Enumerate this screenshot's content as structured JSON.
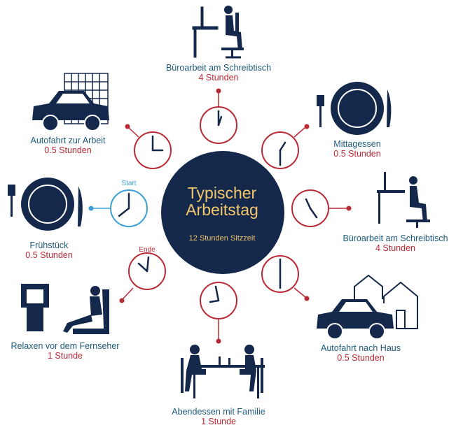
{
  "center": {
    "title_line1": "Typischer",
    "title_line2": "Arbeitstag",
    "subtitle": "12 Stunden Sitzzeit"
  },
  "markers": {
    "start": "Start",
    "end": "Ende"
  },
  "activities": [
    {
      "label": "Büroarbeit am Schreibtisch",
      "duration": "4 Stunden"
    },
    {
      "label": "Mittagessen",
      "duration": "0.5 Stunden"
    },
    {
      "label": "Büroarbeit am Schreibtisch",
      "duration": "4 Stunden"
    },
    {
      "label": "Autofahrt nach Haus",
      "duration": "0.5 Stunden"
    },
    {
      "label": "Abendessen mit Familie",
      "duration": "1 Stunde"
    },
    {
      "label": "Relaxen vor dem Fernseher",
      "duration": "1 Stunde"
    },
    {
      "label": "Frühstück",
      "duration": "0.5 Stunden"
    },
    {
      "label": "Autofahrt zur Arbeit",
      "duration": "0.5 Stunden"
    }
  ],
  "colors": {
    "navy": "#14284b",
    "red": "#b82a35",
    "blue": "#3a9fd4",
    "gold": "#f2c66a",
    "label": "#1d5a7c"
  }
}
